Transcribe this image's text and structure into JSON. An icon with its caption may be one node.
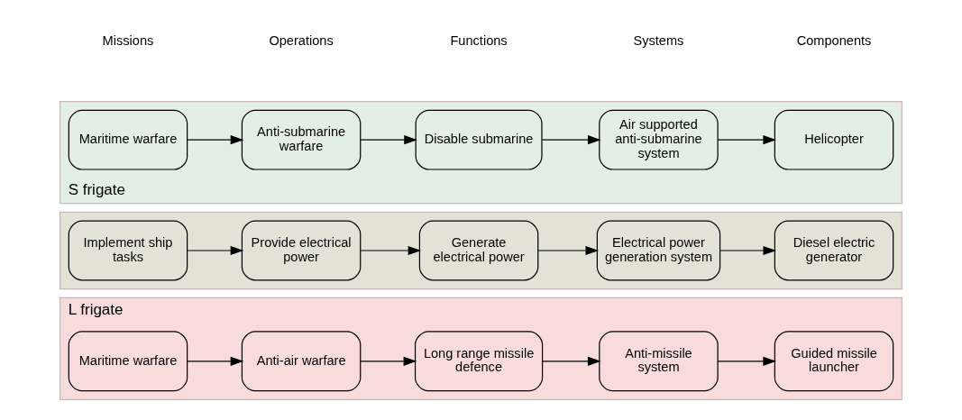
{
  "diagram": {
    "nodes": [
      {
        "text": [
          "L frigate"
        ]
      },
      {
        "text": [
          "Maritime warfare"
        ],
        "in": 0
      },
      {
        "text": [
          "Anti-air warfare"
        ],
        "in": 0
      },
      {
        "text": [
          "Long range missile defence"
        ],
        "in": 0
      },
      {
        "text": [
          "Anti-missile system"
        ],
        "in": 0
      },
      {
        "text": [
          "Guided missile launcher"
        ],
        "in": 0
      },
      {
        "text": [],
        "shape": "box"
      },
      {
        "text": [
          "Implement ship tasks"
        ],
        "in": 6
      },
      {
        "text": [
          "Provide electrical power"
        ],
        "in": 6
      },
      {
        "text": [
          "Generate electrical power"
        ],
        "in": 6
      },
      {
        "text": [
          "Electrical power generation system"
        ],
        "in": 6
      },
      {
        "text": [
          "Diesel electric generator"
        ],
        "in": 6
      },
      {
        "text": [
          "S frigate"
        ]
      },
      {
        "text": [
          "Maritime warfare"
        ],
        "in": 12
      },
      {
        "text": [
          "Anti-submarine warfare"
        ],
        "in": 12
      },
      {
        "text": [
          "Disable submarine"
        ],
        "in": 12
      },
      {
        "text": [
          "Air supported anti-submarine system"
        ],
        "in": 12
      },
      {
        "text": [
          "Helicopter"
        ],
        "in": 12
      }
    ],
    "edges": [
      {
        "from": 1,
        "to": 2,
        "arrow": "to"
      },
      {
        "from": 2,
        "to": 3,
        "arrow": "to"
      },
      {
        "from": 3,
        "to": 4,
        "arrow": "to"
      },
      {
        "from": 4,
        "to": 5,
        "arrow": "to"
      },
      {
        "from": 7,
        "to": 8,
        "arrow": "to"
      },
      {
        "from": 8,
        "to": 9,
        "arrow": "to"
      },
      {
        "from": 9,
        "to": 10,
        "arrow": "to"
      },
      {
        "from": 10,
        "to": 11,
        "arrow": "to"
      },
      {
        "from": 13,
        "to": 14,
        "arrow": "to"
      },
      {
        "from": 14,
        "to": 15,
        "arrow": "to"
      },
      {
        "from": 15,
        "to": 16,
        "arrow": "to"
      },
      {
        "from": 16,
        "to": 17,
        "arrow": "to"
      }
    ],
    "labels": [
      "Missions",
      "Operations",
      "Functions",
      "Systems",
      "Components"
    ]
  }
}
